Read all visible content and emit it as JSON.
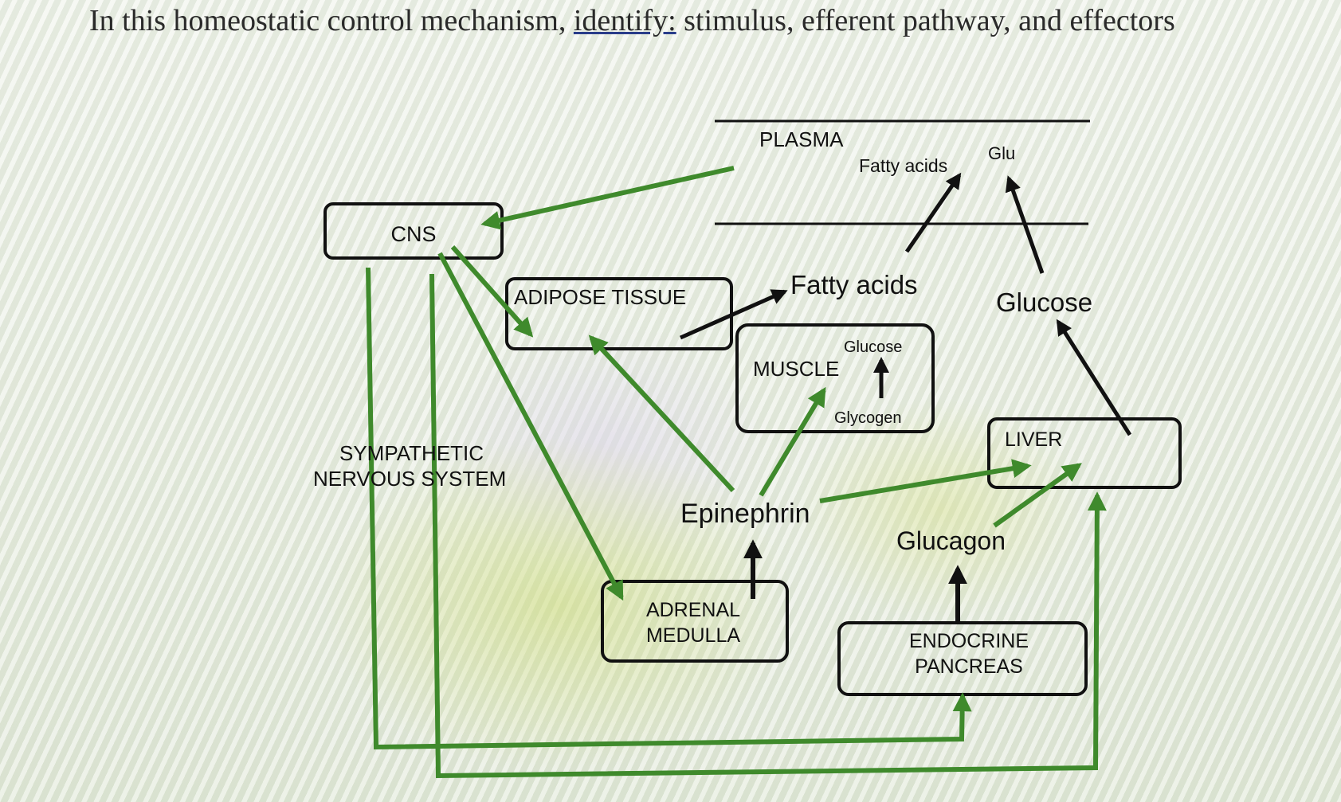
{
  "question": {
    "prefix": "In this homeostatic control mechanism,",
    "underlined": "identify:",
    "suffix": "stimulus, efferent pathway, and effectors"
  },
  "diagram": {
    "plasma": "PLASMA",
    "plasma_fatty_acids": "Fatty acids",
    "plasma_glu": "Glu",
    "cns": "CNS",
    "adipose_tissue": "ADIPOSE TISSUE",
    "fatty_acids": "Fatty acids",
    "glucose": "Glucose",
    "muscle": "MUSCLE",
    "muscle_glucose": "Glucose",
    "muscle_glycogen": "Glycogen",
    "liver": "LIVER",
    "sympathetic_line1": "SYMPATHETIC",
    "sympathetic_line2": "NERVOUS SYSTEM",
    "epinephrin": "Epinephrin",
    "glucagon": "Glucagon",
    "adrenal_line1": "ADRENAL",
    "adrenal_line2": "MEDULLA",
    "pancreas_line1": "ENDOCRINE",
    "pancreas_line2": "PANCREAS"
  },
  "colors": {
    "green_arrow": "#3f8a2c",
    "black_arrow": "#111111"
  }
}
